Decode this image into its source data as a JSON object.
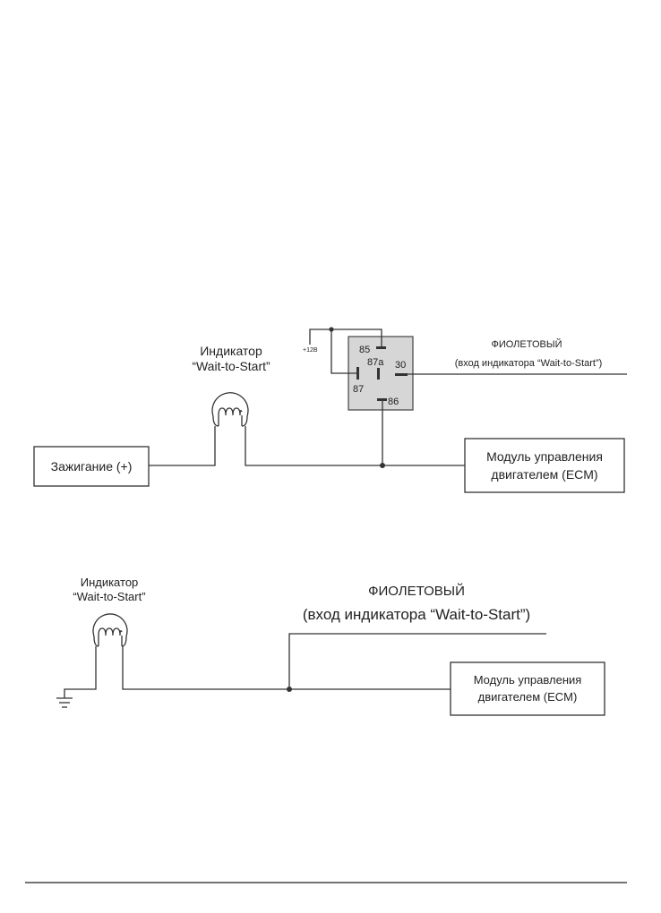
{
  "diagram1": {
    "indicator_label_line1": "Индикатор",
    "indicator_label_line2": "“Wait-to-Start”",
    "ignition_box": "Зажигание (+)",
    "ecm_box_line1": "Модуль управления",
    "ecm_box_line2": "двигателем (ECM)",
    "relay_supply": "+12В",
    "relay_pins": {
      "p85": "85",
      "p87a": "87a",
      "p30": "30",
      "p87": "87",
      "p86": "86"
    },
    "wire_color": "ФИОЛЕТОВЫЙ",
    "wire_purpose": "(вход индикатора “Wait-to-Start”)"
  },
  "diagram2": {
    "indicator_label_line1": "Индикатор",
    "indicator_label_line2": "“Wait-to-Start”",
    "wire_color": "ФИОЛЕТОВЫЙ",
    "wire_purpose": "(вход индикатора “Wait-to-Start”)",
    "ecm_box_line1": "Модуль управления",
    "ecm_box_line2": "двигателем (ECM)"
  }
}
